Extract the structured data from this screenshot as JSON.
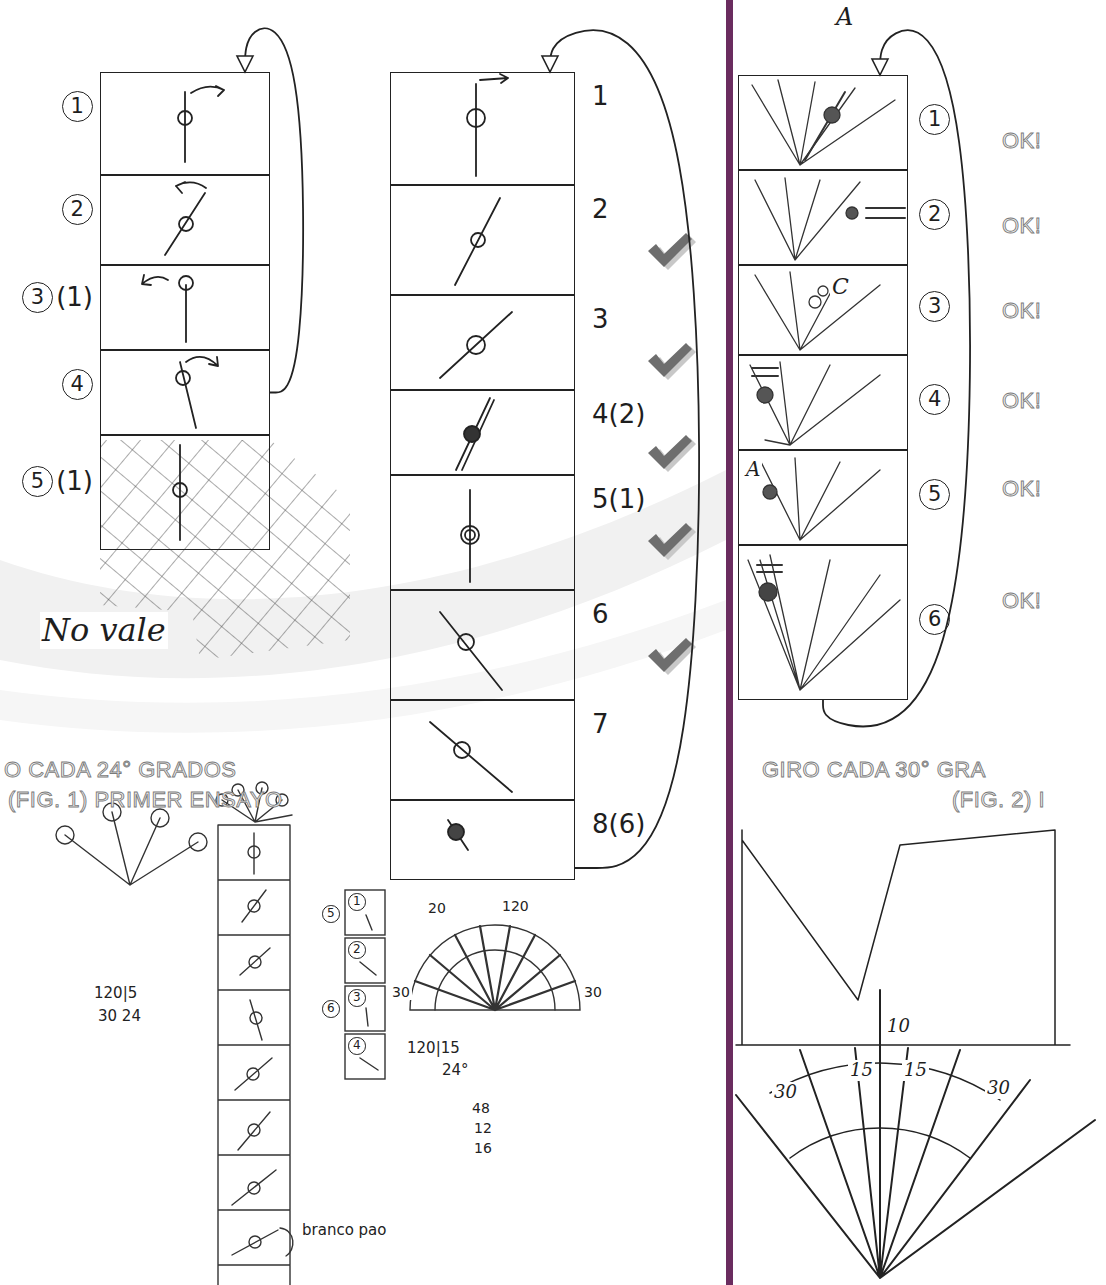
{
  "diagram": {
    "nodes": [
      {
        "text": [
          "1"
        ]
      },
      {
        "text": [
          "2"
        ]
      },
      {
        "text": [
          "3",
          "(1)"
        ]
      },
      {
        "text": [
          "4"
        ]
      },
      {
        "text": [
          "5",
          "(1)"
        ]
      },
      {
        "text": [
          "1"
        ]
      },
      {
        "text": [
          "2"
        ]
      },
      {
        "text": [
          "3"
        ]
      },
      {
        "text": [
          "4(2)"
        ]
      },
      {
        "text": [
          "5(1)"
        ]
      },
      {
        "text": [
          "6"
        ]
      },
      {
        "text": [
          "7"
        ]
      },
      {
        "text": [
          "8(6)"
        ]
      },
      {
        "text": [
          "1"
        ]
      },
      {
        "text": [
          "2"
        ]
      },
      {
        "text": [
          "3"
        ]
      },
      {
        "text": [
          "4"
        ]
      },
      {
        "text": [
          "5"
        ]
      },
      {
        "text": [
          "6"
        ]
      }
    ],
    "edges": [
      {
        "from": 3,
        "to": 0,
        "arrow": "to"
      },
      {
        "from": 12,
        "to": 5,
        "arrow": "to"
      },
      {
        "from": 18,
        "to": 13,
        "arrow": "to"
      }
    ],
    "labels": [
      "No vale",
      "O CADA 24° GRADOS",
      "(FIG. 1) PRIMER ENSAYO",
      "GIRO CADA 30° GRA",
      "(FIG. 2) I",
      "OK!",
      "OK!",
      "OK!",
      "OK!",
      "OK!",
      "OK!",
      "A",
      "C",
      "A",
      "120|5",
      "30 24",
      "branco pao",
      "20",
      "120",
      "30",
      "30",
      "120|15",
      "24°",
      "48",
      "12",
      "16",
      "30",
      "15",
      "15",
      "30",
      "10",
      "1",
      "2",
      "3",
      "4",
      "5",
      "6"
    ]
  }
}
